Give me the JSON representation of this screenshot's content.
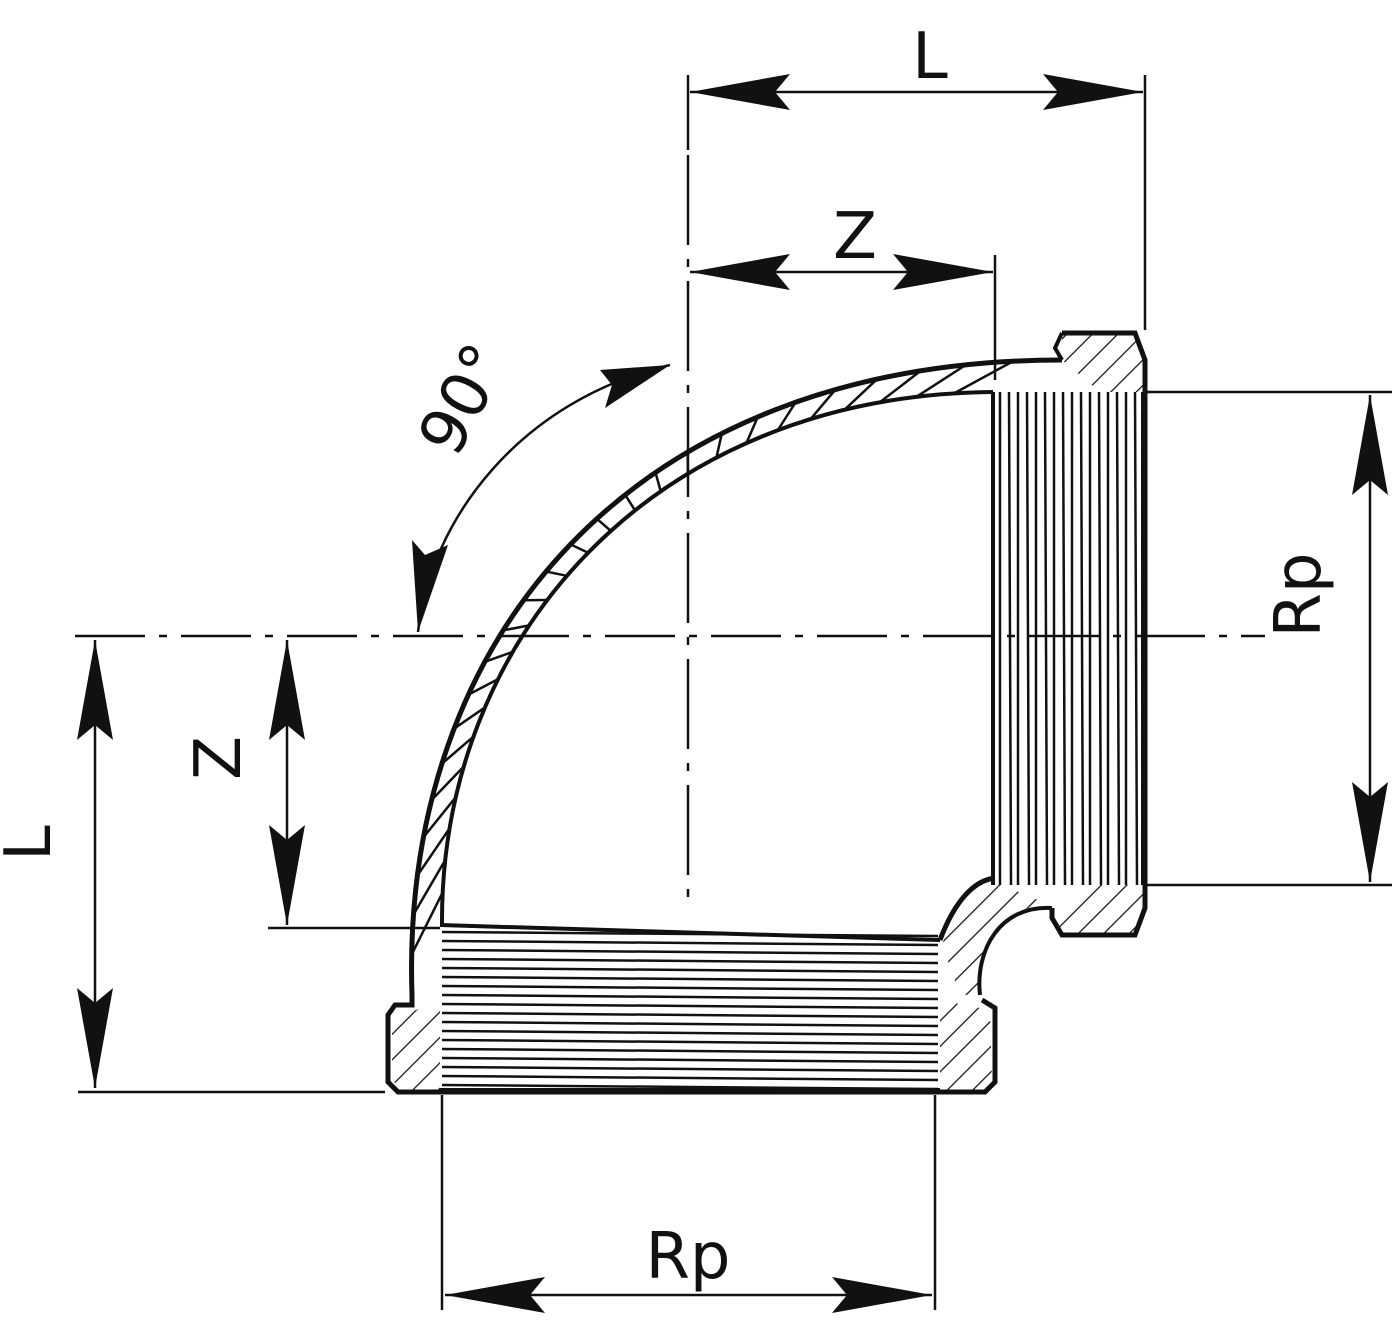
{
  "colors": {
    "ink": "#111111",
    "background": "#ffffff"
  },
  "labels": {
    "top_l": "L",
    "top_z": "Z",
    "angle": "90°",
    "left_l": "L",
    "left_z": "Z",
    "right_rp": "Rp",
    "bottom_rp": "Rp"
  }
}
